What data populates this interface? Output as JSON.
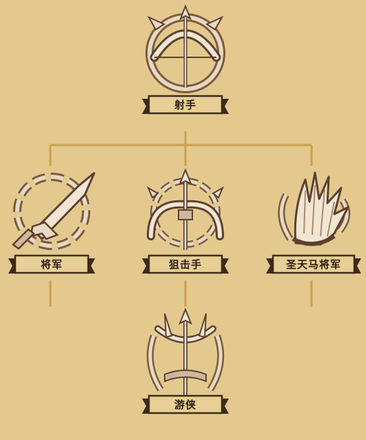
{
  "classes": {
    "archer": {
      "name": "射手",
      "icon": "bow-arrow-icon"
    },
    "general": {
      "name": "将军",
      "icon": "sword-icon"
    },
    "sniper": {
      "name": "狙击手",
      "icon": "crossbow-icon"
    },
    "pegasus_general": {
      "name": "圣天马将军",
      "icon": "winged-helmet-icon"
    },
    "ranger": {
      "name": "游侠",
      "icon": "tri-blade-bow-icon"
    }
  },
  "colors": {
    "background": "#e3c98d",
    "connector": "#caa04f",
    "banner_fill": "#e7cf95",
    "banner_dark": "#3d2a1c",
    "emblem_metal": "#e8d9c1",
    "emblem_shadow": "#7a5a43"
  }
}
